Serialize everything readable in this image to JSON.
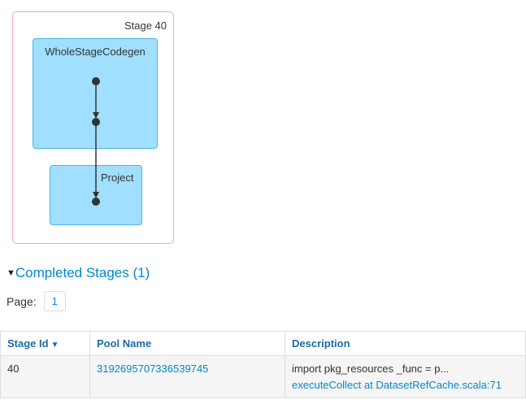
{
  "dag": {
    "stage_label": "Stage 40",
    "clusters": [
      {
        "label": "WholeStageCodegen"
      },
      {
        "label": "Project"
      }
    ]
  },
  "completed_stages": {
    "collapse_icon": "▼",
    "title": "Completed Stages (1)"
  },
  "pagination": {
    "label": "Page:",
    "current_page": "1"
  },
  "stages_table": {
    "headers": {
      "stage_id": "Stage Id",
      "stage_id_sort_icon": "▼",
      "pool_name": "Pool Name",
      "description": "Description"
    },
    "rows": [
      {
        "stage_id": "40",
        "pool_name": "3192695707336539745",
        "description_text": "import pkg_resources _func = p...",
        "description_link": "executeCollect at DatasetRefCache.scala:71"
      }
    ]
  },
  "colors": {
    "link_blue": "#0088cc",
    "table_header_blue": "#1b6ca8",
    "cluster_fill": "#a0dfff",
    "cluster_border": "#4db4e4",
    "stage_box_border": "#f2a7c3",
    "row_background": "#f5f5f5"
  }
}
